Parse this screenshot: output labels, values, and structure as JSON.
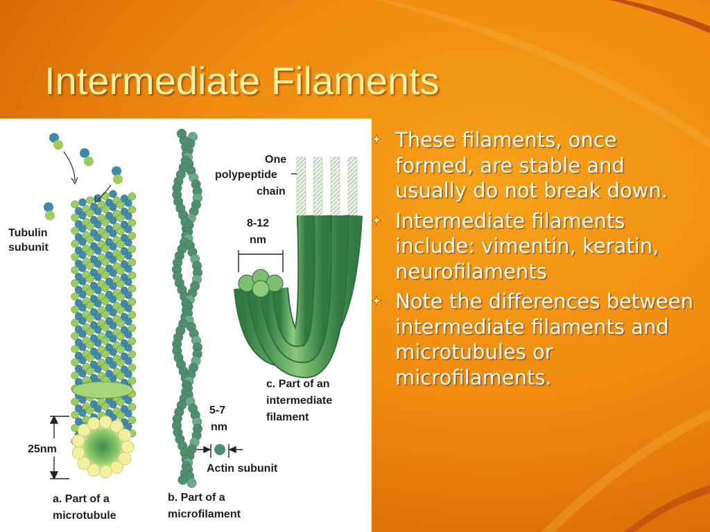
{
  "slide": {
    "title": "Intermediate Filaments",
    "bullets": [
      "These filaments, once formed, are stable and usually do not break down.",
      "Intermediate filaments include: vimentin, keratin, neurofilaments",
      "Note the differences between intermediate filaments and microtubules or microfilaments."
    ]
  },
  "figure": {
    "labels": {
      "tubulin_1": "Tubulin",
      "tubulin_2": "subunit",
      "diameter_a": "25nm",
      "caption_a_1": "a. Part of a",
      "caption_a_2": "microtubule",
      "caption_b_1": "b. Part of a",
      "caption_b_2": "microfilament",
      "size_b_1": "5-7",
      "size_b_2": "nm",
      "actin": "Actin subunit",
      "polypeptide_1": "One",
      "polypeptide_2": "polypeptide",
      "polypeptide_3": "chain",
      "size_c_1": "8-12",
      "size_c_2": "nm",
      "caption_c_1": "c. Part of an",
      "caption_c_2": "intermediate",
      "caption_c_3": "filament"
    }
  },
  "colors": {
    "background": "#ee8a10",
    "title": "#fff3a8",
    "text": "#ffffff",
    "bullet": "#fff3a8",
    "tubulin_blue": "#3f8aa8",
    "tubulin_green": "#9ccf5a",
    "actin": "#4f8f6e",
    "filament": "#4e9a56"
  },
  "icons": {
    "bullet": "four-point-star-icon"
  }
}
